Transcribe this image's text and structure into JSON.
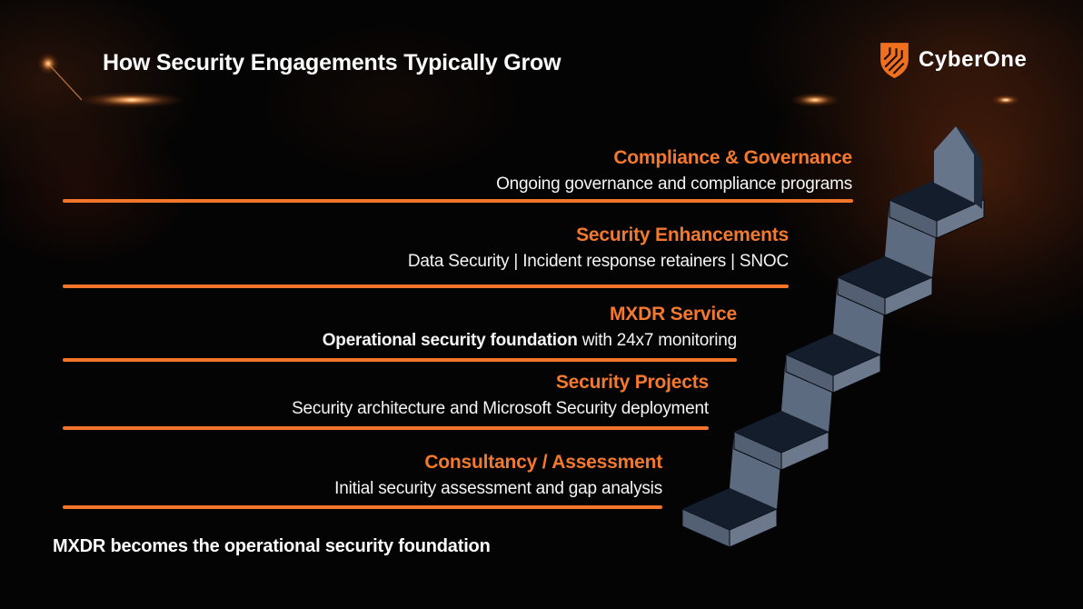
{
  "slide": {
    "title": "How Security Engagements Typically Grow",
    "footer": "MXDR becomes the operational security foundation"
  },
  "logo": {
    "text": "CyberOne",
    "shield_icon": "orange shield with circuit pattern"
  },
  "tiers": [
    {
      "title": "Compliance & Governance",
      "subtitle": "Ongoing governance and compliance programs"
    },
    {
      "title": "Security Enhancements",
      "subtitle": "Data Security | Incident response retainers | SNOC"
    },
    {
      "title": "MXDR Service",
      "subtitle_bold": "Operational security foundation",
      "subtitle_rest": " with 24x7 monitoring"
    },
    {
      "title": "Security Projects",
      "subtitle": "Security architecture and Microsoft Security deployment"
    },
    {
      "title": "Consultancy / Assessment",
      "subtitle": "Initial security assessment and gap analysis"
    }
  ],
  "staircase": {
    "step_count": 5,
    "icon": "ascending-staircase-with-arrow"
  },
  "colors": {
    "accent_orange": "#F3752B",
    "heading_orange": "#F4792E",
    "tread_navy": "#131D2C",
    "riser_gray": "#5D6B80",
    "background": "#040404",
    "text_white": "#F5F5F5"
  }
}
